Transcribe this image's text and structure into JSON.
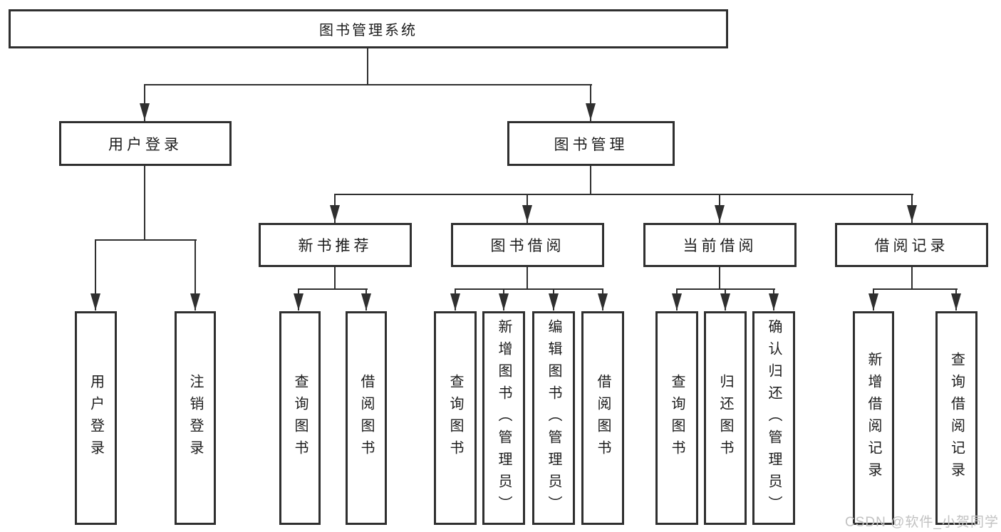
{
  "diagram": {
    "root": {
      "label": "图书管理系统"
    },
    "branches": [
      {
        "label": "用户登录",
        "children": [
          {
            "label": "用户登录"
          },
          {
            "label": "注销登录"
          }
        ]
      },
      {
        "label": "图书管理",
        "children": [
          {
            "label": "新书推荐",
            "children": [
              {
                "label": "查询图书"
              },
              {
                "label": "借阅图书"
              }
            ]
          },
          {
            "label": "图书借阅",
            "children": [
              {
                "label": "查询图书"
              },
              {
                "label": "新增图书（管理员）"
              },
              {
                "label": "编辑图书（管理员）"
              },
              {
                "label": "借阅图书"
              }
            ]
          },
          {
            "label": "当前借阅",
            "children": [
              {
                "label": "查询图书"
              },
              {
                "label": "归还图书"
              },
              {
                "label": "确认归还（管理员）"
              }
            ]
          },
          {
            "label": "借阅记录",
            "children": [
              {
                "label": "新增借阅记录"
              },
              {
                "label": "查询借阅记录"
              }
            ]
          }
        ]
      }
    ]
  },
  "watermark": {
    "text": "CSDN @软件_小贺同学",
    "color": "#c2c2c2"
  },
  "colors": {
    "line": "#2f2f2f",
    "text": "#1c1c1c",
    "background": "#ffffff"
  }
}
